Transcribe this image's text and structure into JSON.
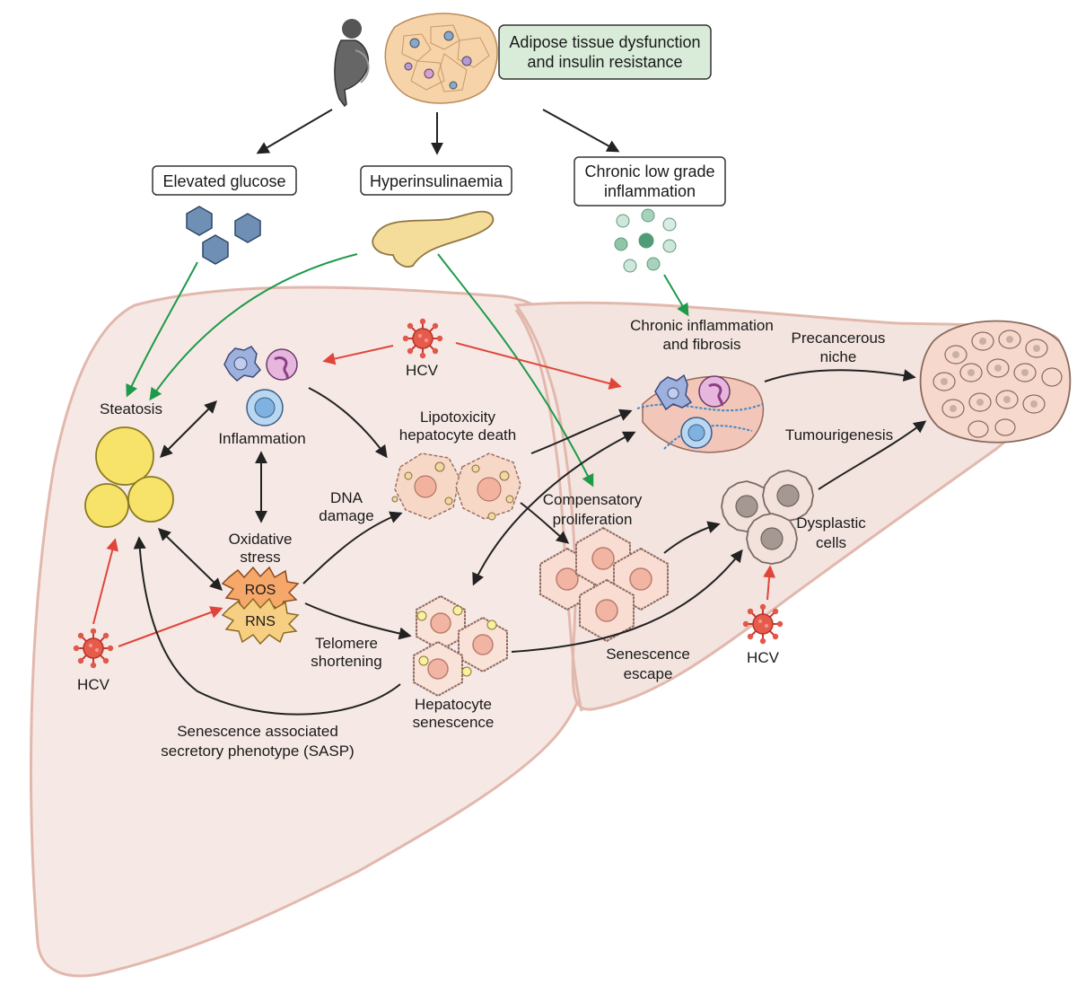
{
  "top_box": {
    "line1": "Adipose tissue dysfunction",
    "line2": "and insulin resistance",
    "color": "#d9ecd9"
  },
  "boxes": {
    "glucose": "Elevated glucose",
    "hyperinsulinaemia": "Hyperinsulinaemia",
    "inflammation_line1": "Chronic low grade",
    "inflammation_line2": "inflammation"
  },
  "labels": {
    "steatosis": "Steatosis",
    "inflammation": "Inflammation",
    "oxidative1": "Oxidative",
    "oxidative2": "stress",
    "ros": "ROS",
    "rns": "RNS",
    "dna1": "DNA",
    "dna2": "damage",
    "lipo1": "Lipotoxicity",
    "lipo2": "hepatocyte death",
    "telo1": "Telomere",
    "telo2": "shortening",
    "hep_sen1": "Hepatocyte",
    "hep_sen2": "senescence",
    "sasp1": "Senescence associated",
    "sasp2": "secretory phenotype (SASP)",
    "chronic1": "Chronic inflammation",
    "chronic2": "and fibrosis",
    "precanc1": "Precancerous",
    "precanc2": "niche",
    "tumour": "Tumourigenesis",
    "comp1": "Compensatory",
    "comp2": "proliferation",
    "dysp1": "Dysplastic",
    "dysp2": "cells",
    "escape1": "Senescence",
    "escape2": "escape",
    "hcv_top": "HCV",
    "hcv_left": "HCV",
    "hcv_right": "HCV"
  },
  "colors": {
    "liver_fill": "#f6e9e5",
    "liver_stroke": "#e2b8ad",
    "arrow_black": "#222222",
    "arrow_green": "#1e9a4a",
    "arrow_red": "#e0453a",
    "fat_yellow": "#f7e36a",
    "virus_red": "#e0584a",
    "glucose_blue": "#6f8fb5"
  },
  "icons": [
    "person-silhouette-icon",
    "adipose-tissue-icon",
    "glucose-hexagon-icon",
    "pancreas-icon",
    "cytokine-dot-icon",
    "virus-icon",
    "immune-cell-icon",
    "fat-droplet-icon",
    "hepatocyte-icon",
    "tumour-mass-icon"
  ]
}
